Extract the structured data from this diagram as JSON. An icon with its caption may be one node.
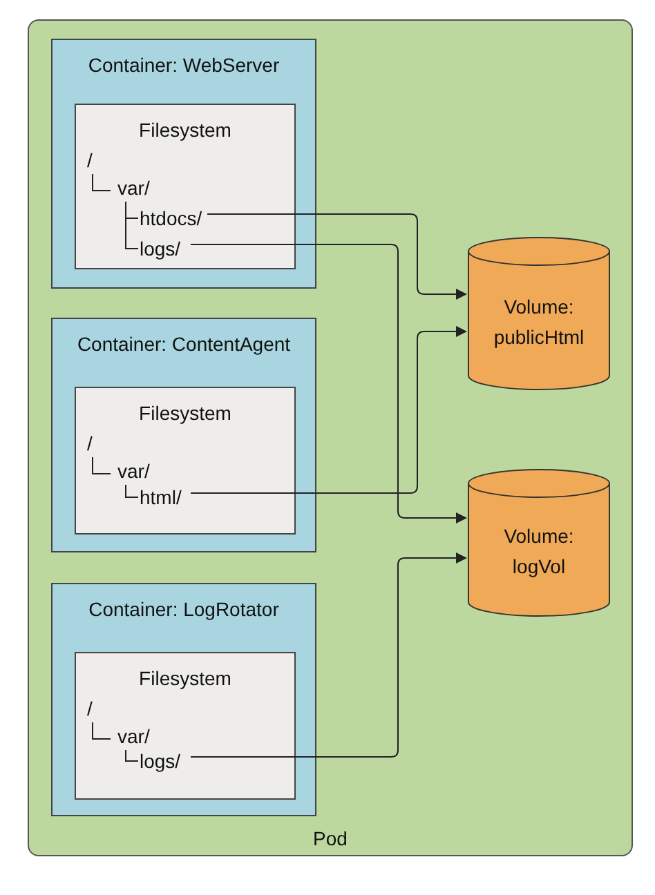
{
  "diagram": {
    "nodes": [
      {
        "text": [
          "Pod"
        ]
      },
      {
        "text": [
          "Container: WebServer"
        ],
        "in": 0
      },
      {
        "text": [
          "Filesystem",
          "/",
          "var/"
        ],
        "in": 1
      },
      {
        "text": [
          "htdocs/"
        ],
        "in": 2
      },
      {
        "text": [
          "logs/"
        ],
        "in": 2
      },
      {
        "text": [
          "Container: ContentAgent"
        ],
        "in": 0
      },
      {
        "text": [
          "Filesystem",
          "/",
          "var/"
        ],
        "in": 5
      },
      {
        "text": [
          "html/"
        ],
        "in": 6
      },
      {
        "text": [
          "Container: LogRotator"
        ],
        "in": 0
      },
      {
        "text": [
          "Filesystem",
          "/",
          "var/"
        ],
        "in": 8
      },
      {
        "text": [
          "logs/"
        ],
        "in": 9
      },
      {
        "text": [
          "Volume: publicHtml"
        ],
        "in": 0
      },
      {
        "text": [
          "Volume: logVol"
        ],
        "in": 0
      }
    ],
    "edges": [
      {
        "from": 3,
        "to": 11,
        "arrow": "to"
      },
      {
        "from": 4,
        "to": 12,
        "arrow": "to"
      },
      {
        "from": 7,
        "to": 11,
        "arrow": "to"
      },
      {
        "from": 10,
        "to": 12,
        "arrow": "to"
      }
    ]
  }
}
